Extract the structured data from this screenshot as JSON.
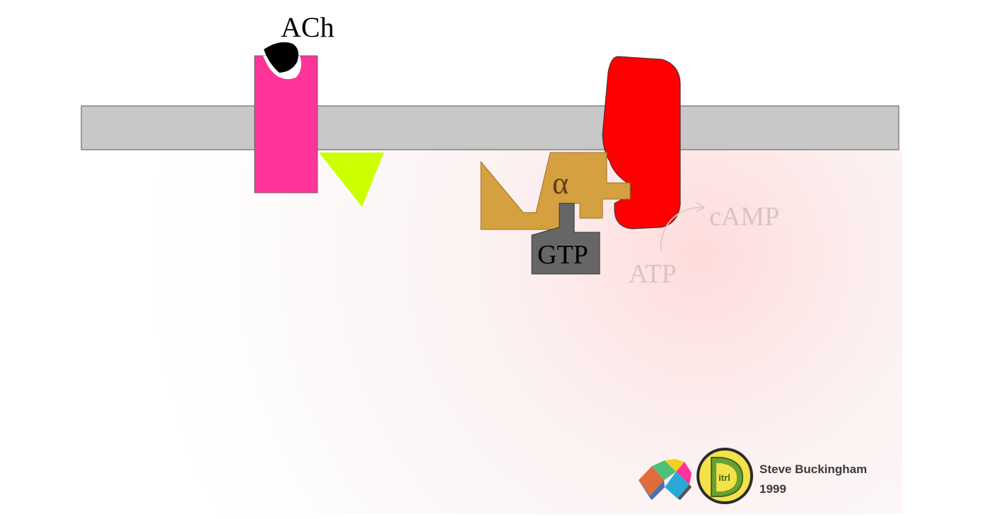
{
  "labels": {
    "ligand": "ACh",
    "g_alpha": "α",
    "nucleotide": "GTP",
    "substrate": "ATP",
    "product": "cAMP"
  },
  "credit": {
    "author": "Steve Buckingham",
    "year": "1999",
    "logo_text": "itrl"
  },
  "colors": {
    "membrane": "#c8c8c8",
    "receptor": "#ff3399",
    "ligand": "#000000",
    "g_beta_gamma": "#ccff00",
    "g_alpha": "#d4a040",
    "gtp": "#666666",
    "adenylyl_cyclase": "#ff0000",
    "reaction_text": "#d8c4c4",
    "glow": "#ffd6d6"
  }
}
